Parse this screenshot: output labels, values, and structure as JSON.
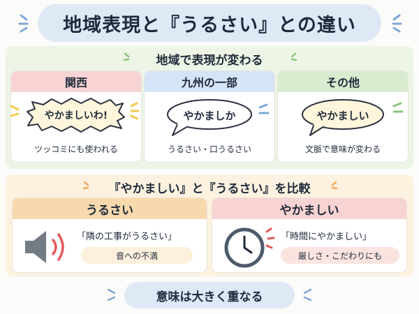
{
  "title": "地域表現と『うるさい』との違い",
  "region_section": {
    "title": "地域で表現が変わる",
    "cards": [
      {
        "header": "関西",
        "phrase": "やかましいわ!",
        "note": "ツッコミにも使われる",
        "header_color": "#f8d3d3"
      },
      {
        "header": "九州の一部",
        "phrase": "やかましか",
        "note": "うるさい・口うるさい",
        "header_color": "#d5e4f6"
      },
      {
        "header": "その他",
        "phrase": "やかましい",
        "note": "文脈で意味が変わる",
        "header_color": "#d9ecd0"
      }
    ]
  },
  "compare_section": {
    "title": "『やかましい』と『うるさい』を比較",
    "cards": [
      {
        "header": "うるさい",
        "example": "「隣の工事がうるさい」",
        "note": "音への不満",
        "icon": "speaker-icon",
        "header_color": "#f8d9ad"
      },
      {
        "header": "やかましい",
        "example": "「時間にやかましい」",
        "note": "厳しさ・こだわりにも",
        "icon": "clock-icon",
        "header_color": "#f8d3d3"
      }
    ]
  },
  "conclusion": "意味は大きく重なる",
  "colors": {
    "accent_blue": "#7fa7d8",
    "accent_orange": "#f3a65a",
    "accent_green": "#8cc47c",
    "accent_yellow": "#f2c94c",
    "speaker_wave": "#e2585b"
  }
}
